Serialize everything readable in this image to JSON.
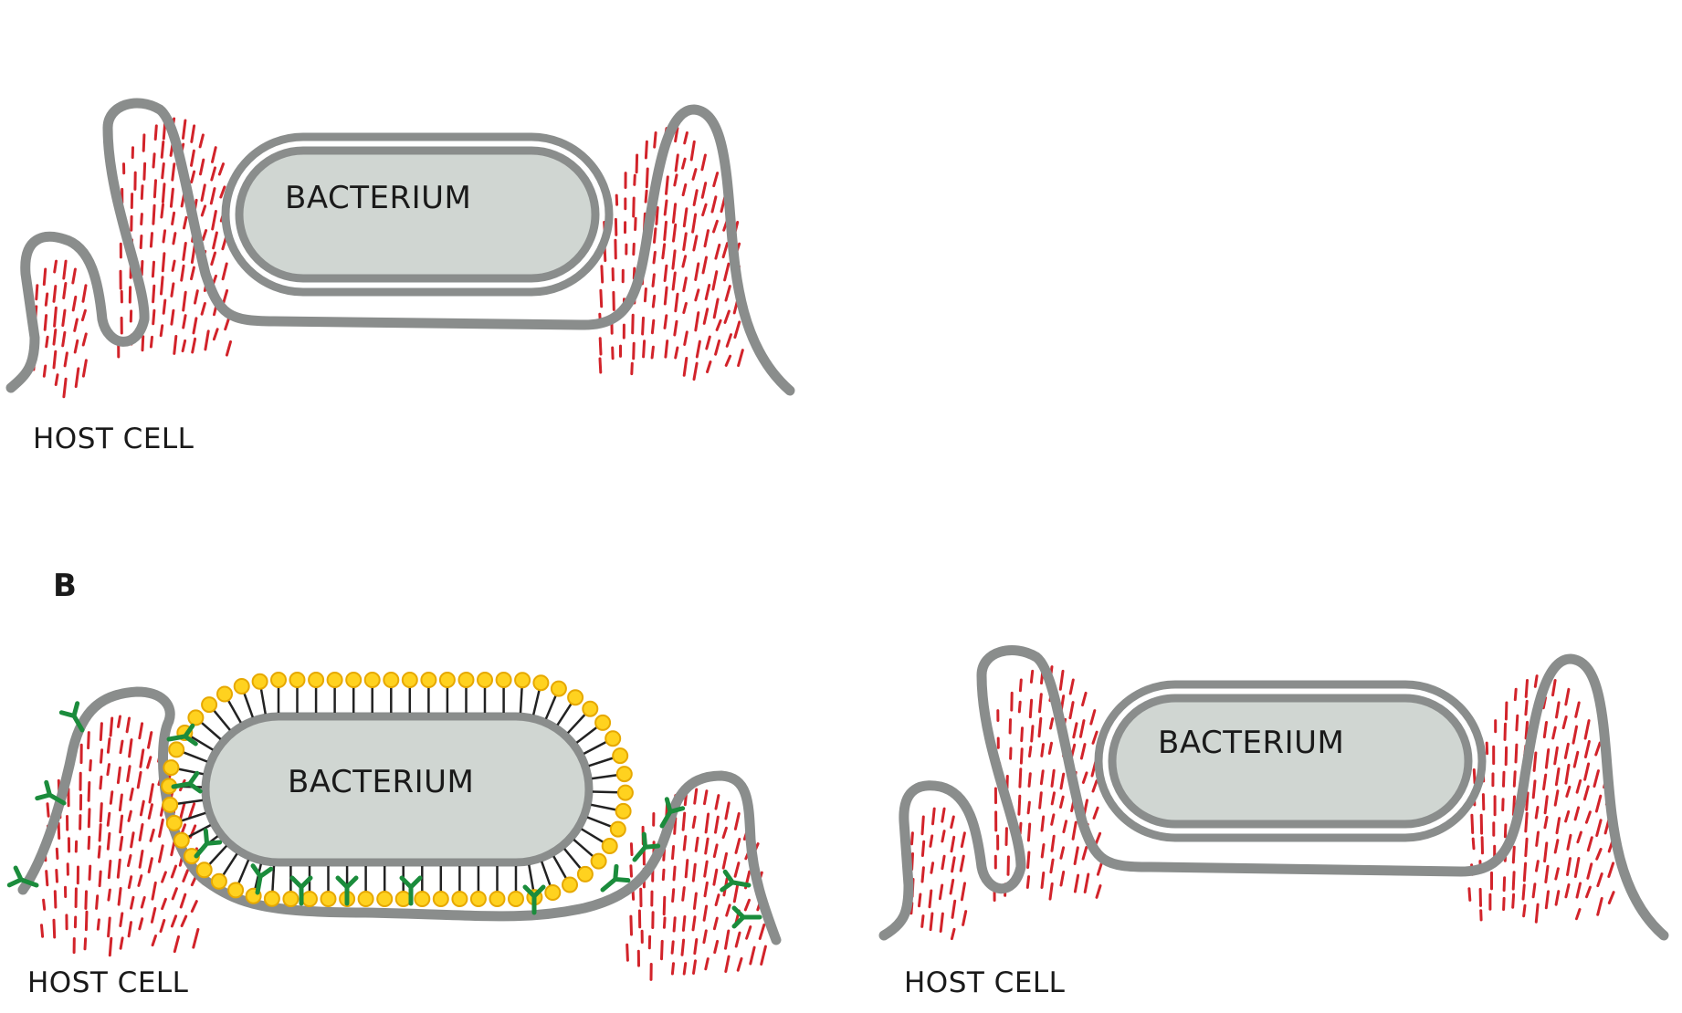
{
  "panel_b_letter": "B",
  "top": {
    "bacterium_label": "BACTERIUM",
    "host_label": "HOST CELL"
  },
  "bottom_left": {
    "bacterium_label": "BACTERIUM",
    "host_label": "HOST CELL"
  },
  "bottom_right": {
    "bacterium_label": "BACTERIUM",
    "host_label": "HOST CELL"
  },
  "colors": {
    "membrane": "#8a8d8c",
    "bacterium_fill": "#d0d6d2",
    "actin": "#d2232a",
    "lipid_head": "#ffd21f",
    "receptor": "#1b8c3c"
  }
}
